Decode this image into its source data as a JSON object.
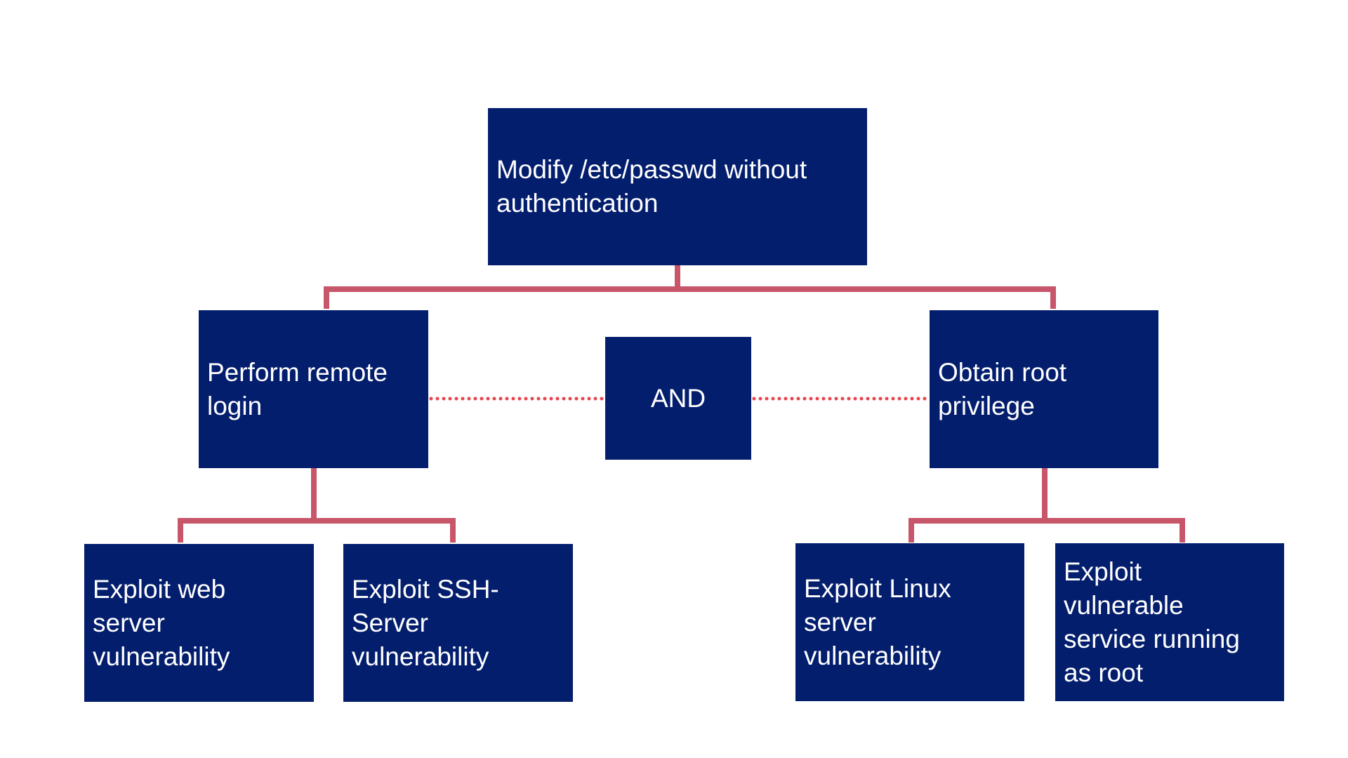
{
  "colors": {
    "node_fill": "#041e6e",
    "connector": "#c8566a",
    "and_link": "#e8434b",
    "background": "#ffffff",
    "text": "#ffffff"
  },
  "root": {
    "label": "Modify /etc/passwd without\nauthentication"
  },
  "subgoals": {
    "left": {
      "label": "Perform remote\nlogin"
    },
    "right": {
      "label": "Obtain root\nprivilege"
    },
    "operator": {
      "label": "AND"
    }
  },
  "leaves": {
    "left_1": {
      "label": "Exploit web\nserver\nvulnerability"
    },
    "left_2": {
      "label": "Exploit SSH-\nServer\nvulnerability"
    },
    "right_1": {
      "label": "Exploit Linux\nserver\nvulnerability"
    },
    "right_2": {
      "label": "Exploit\nvulnerable\nservice running\nas root"
    }
  }
}
